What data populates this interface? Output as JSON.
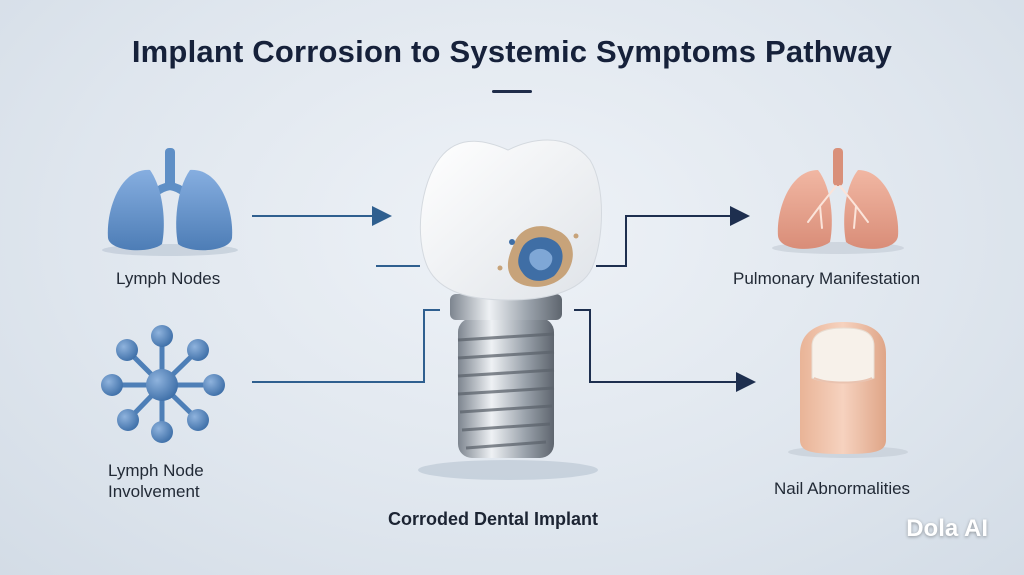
{
  "title": "Implant Corrosion to Systemic Symptoms Pathway",
  "center": {
    "label": "Corroded Dental Implant",
    "icon": "dental-implant-icon"
  },
  "left_nodes": [
    {
      "label": "Lymph Nodes",
      "icon": "lungs-icon"
    },
    {
      "label_line1": "Lymph Node",
      "label_line2": "Involvement",
      "icon": "network-node-icon"
    }
  ],
  "right_nodes": [
    {
      "label": "Pulmonary Manifestation",
      "icon": "lungs-icon"
    },
    {
      "label": "Nail Abnormalities",
      "icon": "fingernail-icon"
    }
  ],
  "brand": "Dola AI",
  "colors": {
    "arrow_left": "#2f5f8f",
    "arrow_right": "#1e2f4f",
    "lungs_left": "#5f8fc6",
    "network": "#4e7fb7",
    "lungs_right": "#e0a08c",
    "nail_skin": "#f0c3aa"
  }
}
